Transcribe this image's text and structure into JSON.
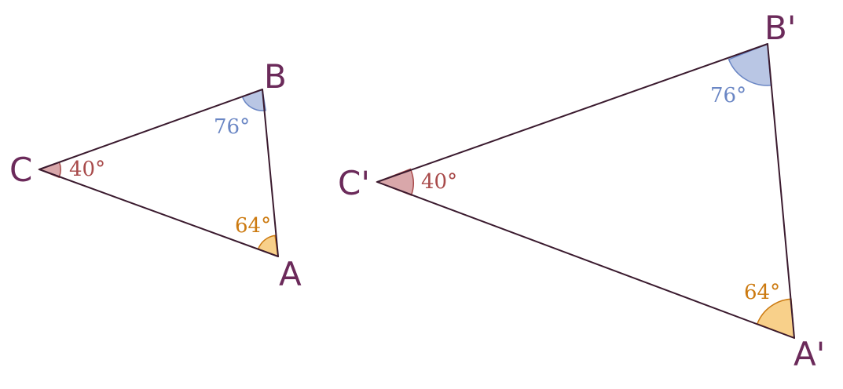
{
  "colors": {
    "vertex": "#6b2a5a",
    "edge": "#3a1a2e",
    "angle_c_fill": "#d9a7aa",
    "angle_c_stroke": "#a84a4a",
    "angle_c_text": "#a84a4a",
    "angle_b_fill": "#b9c6e4",
    "angle_b_stroke": "#6a86c4",
    "angle_b_text": "#6a86c4",
    "angle_a_fill": "#f8d08a",
    "angle_a_stroke": "#cc7a10",
    "angle_a_text": "#cc7a10"
  },
  "small_triangle": {
    "labels": {
      "A": "A",
      "B": "B",
      "C": "C"
    },
    "angles": {
      "A": "64°",
      "B": "76°",
      "C": "40°"
    }
  },
  "large_triangle": {
    "labels": {
      "A": "A'",
      "B": "B'",
      "C": "C'"
    },
    "angles": {
      "A": "64°",
      "B": "76°",
      "C": "40°"
    }
  }
}
